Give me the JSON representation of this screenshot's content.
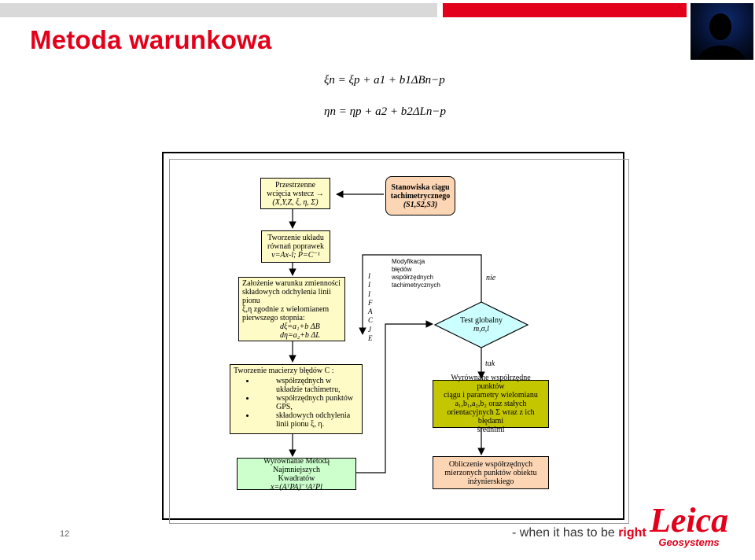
{
  "header": {
    "title": "Metoda warunkowa"
  },
  "formulas": {
    "xi": "ξn = ξp + a1 + b1ΔBn−p",
    "eta": "ηn = ηp + a2 + b2ΔLn−p"
  },
  "flowchart": {
    "box_stanowiska": [
      "Stanowiska ciągu",
      "tachimetrycznego",
      "(S1,S2,S3)"
    ],
    "box_przestrzenne": [
      "Przestrzenne",
      "wcięcia wstecz →",
      "(X,Y,Z, ξ, η, Σ)"
    ],
    "box_tworzenie_ukladu": [
      "Tworzenie układu",
      "równań poprawek",
      "v=Ax-l; P=C⁻¹"
    ],
    "box_zalozenie": [
      "Założenie warunku zmienności",
      "składowych odchylenia linii pionu",
      "ξ,η zgodnie z wielomianem",
      "pierwszego stopnia:",
      "dξ=a₁+b ΔB",
      "dη=a₂+b ΔL"
    ],
    "box_macierz_title": "Tworzenie macierzy błędów C :",
    "box_macierz_items": [
      "współrzędnych w układzie tachimetru,",
      "współrzędnych punktów GPS,",
      "składowych odchylenia linii pionu ξ, η."
    ],
    "box_wyrownanie": [
      "Wyrównanie Metodą Najmniejszych",
      "Kwadratów",
      "x=(AᵀPA)⁻¹AᵀPl"
    ],
    "decision": [
      "Test globalny",
      "m,σ,l"
    ],
    "label_nie": "nie",
    "label_tak": "tak",
    "note_modyfikacja": [
      "Modyfikacja",
      "błędów",
      "współrzędnych",
      "tachimetrycznych"
    ],
    "clipped_letters": [
      "I",
      "I",
      "I",
      "F",
      "A",
      "C",
      "J",
      "E"
    ],
    "box_wyrownane": [
      "Wyrównane współrzędne punktów",
      "ciągu i parametry wielomianu",
      "a₁,b₁,a₂,b₂ oraz stałych",
      "orientacyjnych Σ wraz z ich błędami",
      "średnimi"
    ],
    "box_obliczenie": [
      "Obliczenie współrzędnych",
      "mierzonych punktów obiektu",
      "inżynierskiego"
    ]
  },
  "footer": {
    "page_number": "12",
    "slogan_prefix": "- when it has to be ",
    "slogan_highlight": "right",
    "logo_text": "Leica",
    "logo_sub": "Geosystems"
  },
  "colors": {
    "brand_red": "#e2001a",
    "box_yellow": "#fefbc6",
    "box_orange": "#fcd5b4",
    "box_green": "#ccffcc",
    "box_olive": "#c4c600",
    "decision_cyan": "#ccffff"
  }
}
